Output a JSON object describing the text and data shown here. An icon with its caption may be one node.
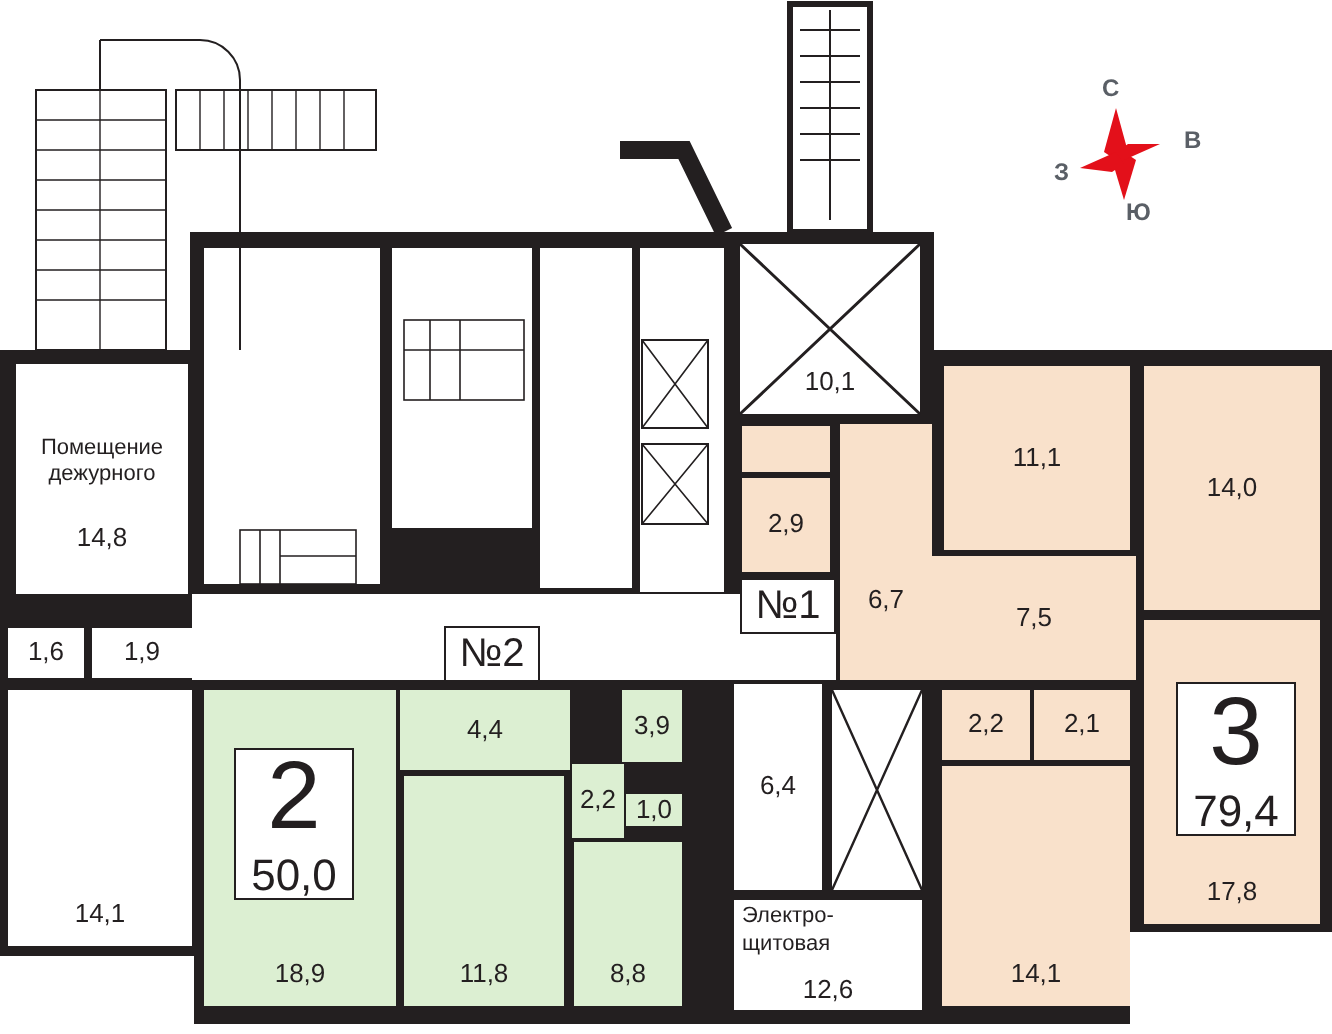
{
  "diagram": {
    "nodes": [
      {
        "text": [
          "10,1"
        ]
      },
      {
        "text": [
          "Помещение дежурного",
          "14,8"
        ]
      },
      {
        "text": [
          "11,1"
        ]
      },
      {
        "text": [
          "14,0"
        ]
      },
      {
        "text": [
          "2,9"
        ]
      },
      {
        "text": [
          "№1"
        ]
      },
      {
        "text": [
          "6,7"
        ]
      },
      {
        "text": [
          "1,6"
        ]
      },
      {
        "text": [
          "1,9"
        ]
      },
      {
        "text": [
          "№2"
        ]
      },
      {
        "text": [
          "7,5"
        ]
      },
      {
        "text": [
          "18,9"
        ]
      },
      {
        "text": [
          "2",
          "50,0"
        ],
        "in": 11
      },
      {
        "text": [
          "4,4"
        ]
      },
      {
        "text": [
          "3,9"
        ]
      },
      {
        "text": [
          "2,2"
        ]
      },
      {
        "text": [
          "1,0"
        ]
      },
      {
        "text": [
          "11,8"
        ]
      },
      {
        "text": [
          "8,8"
        ]
      },
      {
        "text": [
          "6,4"
        ]
      },
      {
        "text": [
          "2,2"
        ]
      },
      {
        "text": [
          "2,1"
        ]
      },
      {
        "text": [
          "17,8"
        ]
      },
      {
        "text": [
          "3",
          "79,4"
        ],
        "in": 22
      },
      {
        "text": [
          "14,1"
        ]
      },
      {
        "text": [
          "14,1"
        ]
      },
      {
        "text": [
          "Электро- щитовая",
          "12,6"
        ]
      }
    ],
    "labels": [
      "С",
      "З",
      "В",
      "Ю"
    ]
  }
}
